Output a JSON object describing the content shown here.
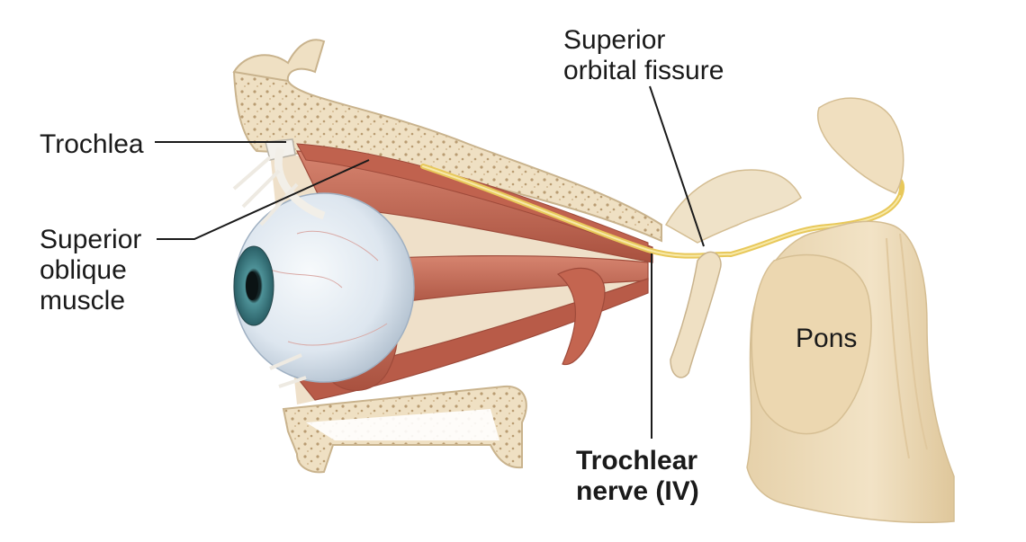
{
  "labels": {
    "superior_orbital_fissure": [
      "Superior",
      "orbital fissure"
    ],
    "trochlea": "Trochlea",
    "superior_oblique_muscle": [
      "Superior",
      "oblique",
      "muscle"
    ],
    "pons": "Pons",
    "trochlear_nerve": [
      "Trochlear",
      "nerve (IV)"
    ]
  },
  "colors": {
    "bone": "#efe0c3",
    "bone_edge": "#c9b38d",
    "muscle": "#c8705c",
    "muscle_dark": "#9e4a3a",
    "nerve": "#e8c85a",
    "eyeball": "#dde6ef",
    "iris": "#3d7f86",
    "brainstem": "#f0dfbf"
  }
}
